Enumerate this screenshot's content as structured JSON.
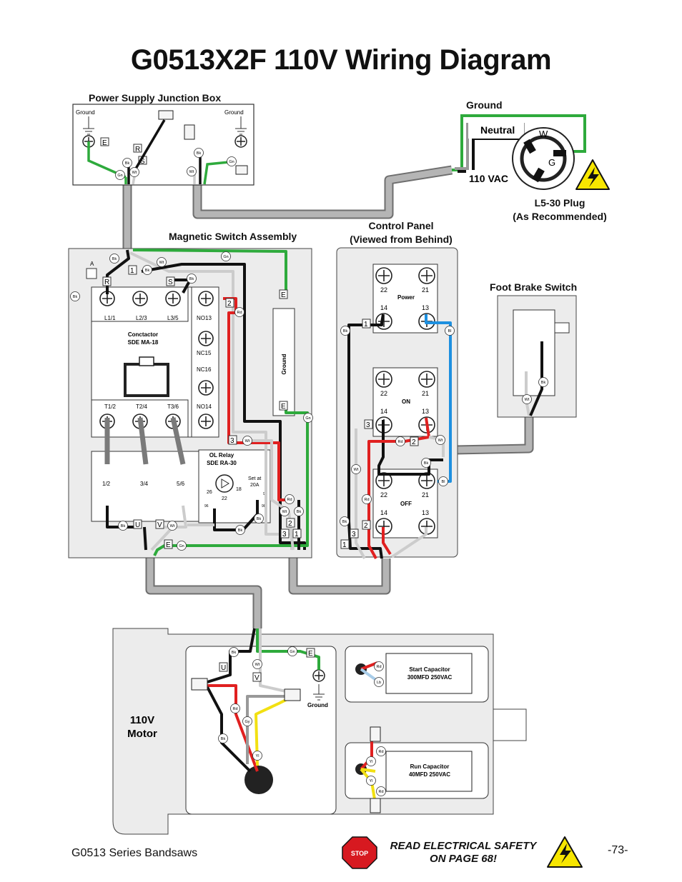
{
  "title": "G0513X2F 110V Wiring Diagram",
  "sections": {
    "junction_box": "Power Supply Junction Box",
    "magnetic_switch": "Magnetic Switch Assembly",
    "control_panel_line1": "Control Panel",
    "control_panel_line2": "(Viewed from Behind)",
    "foot_brake": "Foot Brake Switch",
    "motor_line1": "110V",
    "motor_line2": "Motor"
  },
  "plug": {
    "ground": "Ground",
    "neutral": "Neutral",
    "vac": "110 VAC",
    "model_line1": "L5-30 Plug",
    "model_line2": "(As Recommended)",
    "pin_w": "W",
    "pin_g": "G"
  },
  "labels": {
    "ground": "Ground",
    "contactor_line1": "Conctactor",
    "contactor_line2": "SDE MA-18",
    "ol_line1": "OL Relay",
    "ol_line2": "SDE RA-30",
    "set_at_line1": "Set at",
    "set_at_line2": "20A",
    "start_cap_line1": "Start Capacitor",
    "start_cap_line2": "300MFD 250VAC",
    "run_cap_line1": "Run Capacitor",
    "run_cap_line2": "40MFD 250VAC",
    "power": "Power",
    "on": "ON",
    "off": "OFF"
  },
  "terminals": {
    "contactor_top": [
      "L1/1",
      "L2/3",
      "L3/5",
      "NO13"
    ],
    "contactor_bottom": [
      "T1/2",
      "T2/4",
      "T3/6",
      "NO14"
    ],
    "nc": [
      "NC15",
      "NC16"
    ],
    "ol": [
      "1/2",
      "3/4",
      "5/6"
    ],
    "switch_top": [
      "22",
      "21"
    ],
    "switch_bottom": [
      "14",
      "13"
    ],
    "dial": [
      "26",
      "22",
      "18"
    ],
    "small": [
      "95",
      "96",
      "98"
    ]
  },
  "wire_codes": [
    "Bk",
    "Wt",
    "Gn",
    "Rd",
    "Bl",
    "Gy",
    "Yl",
    "Lb"
  ],
  "colors": {
    "black": "#111111",
    "white": "#ffffff",
    "green": "#2eaa3c",
    "red": "#e02020",
    "blue": "#1e90e0",
    "gray": "#9a9a9a",
    "yellow": "#f2e012",
    "cable": "#b0b0b0",
    "warn": "#f7e600",
    "stop": "#d71920"
  },
  "footer": {
    "left": "G0513 Series Bandsaws",
    "warn_line1": "READ ELECTRICAL SAFETY",
    "warn_line2": "ON PAGE 68!",
    "page": "-73-",
    "stop": "STOP"
  }
}
